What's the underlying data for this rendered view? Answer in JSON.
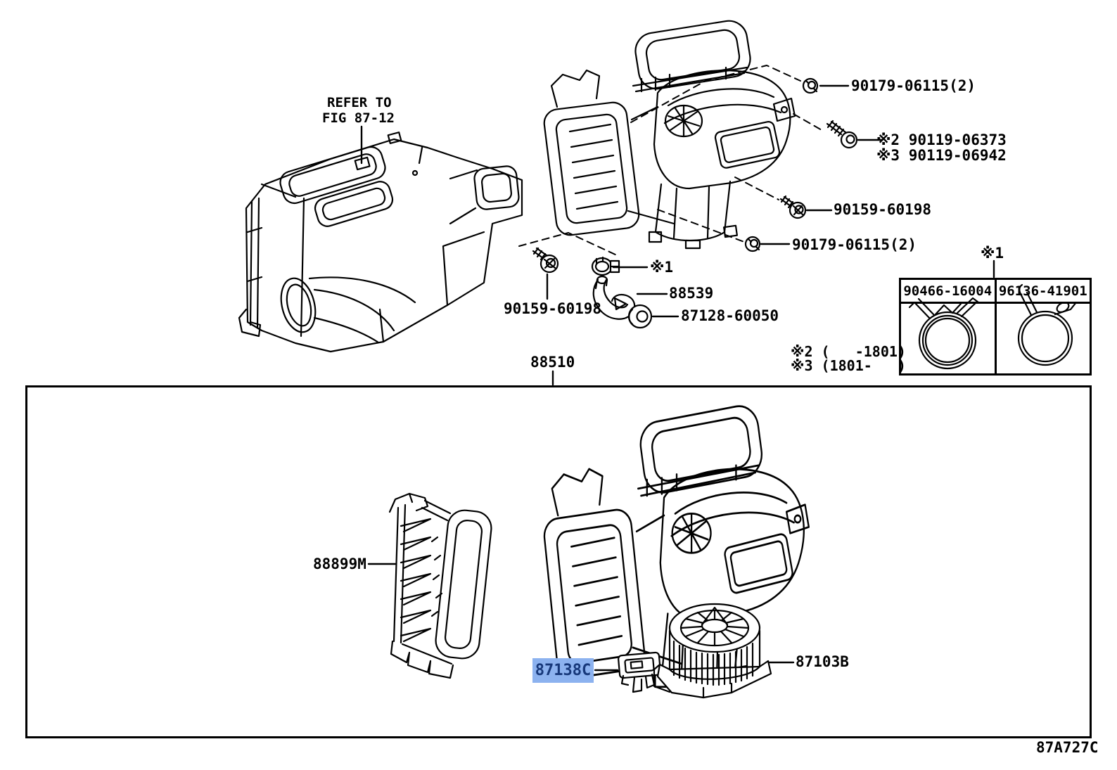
{
  "figure": {
    "code": "87A727C",
    "refer_note_line1": "REFER TO",
    "refer_note_line2": "FIG 87-12"
  },
  "callouts": {
    "nut_upper": "90179-06115(2)",
    "bolt_pre1801": "※2 90119-06373",
    "bolt_post1801": "※3 90119-06942",
    "screw_upper": "90159-60198",
    "nut_lower": "90179-06115(2)",
    "clamp_ref": "※1",
    "water_hose": "88539",
    "grommet": "87128-60050",
    "screw_lower": "90159-60198",
    "blower_assembly": "88510",
    "evaporator_core": "88899M",
    "blower_resistor": "87138C",
    "blower_motor": "87103B"
  },
  "clamp_table": {
    "ref": "※1",
    "columns": [
      "90466-16004",
      "96136-41901"
    ]
  },
  "applicability_notes": [
    "※2 (   -1801)",
    "※3 (1801-   )"
  ],
  "highlight": {
    "part_number": "87138C",
    "background": "#8cb2ef",
    "text_color": "#17387a"
  },
  "art_color": "#000000"
}
